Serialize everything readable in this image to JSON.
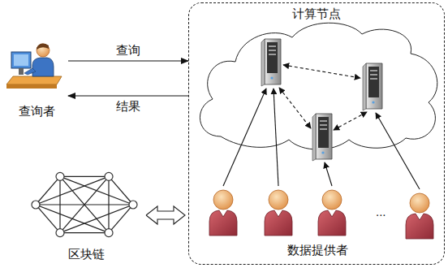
{
  "diagram": {
    "nodes": [
      {
        "text": [
          "查询者"
        ]
      },
      {
        "text": [
          "计算节点"
        ]
      },
      {
        "text": [
          "数据提供者"
        ],
        "in": 1
      },
      {
        "text": [
          "区块链"
        ]
      }
    ],
    "edges": [
      {
        "from": 0,
        "to": 1,
        "arrow": "to",
        "label": "查询"
      },
      {
        "from": 1,
        "to": 0,
        "arrow": "to",
        "label": "结果"
      },
      {
        "from": 3,
        "to": 1,
        "arrow": "both"
      }
    ],
    "labels": [
      "..."
    ]
  }
}
